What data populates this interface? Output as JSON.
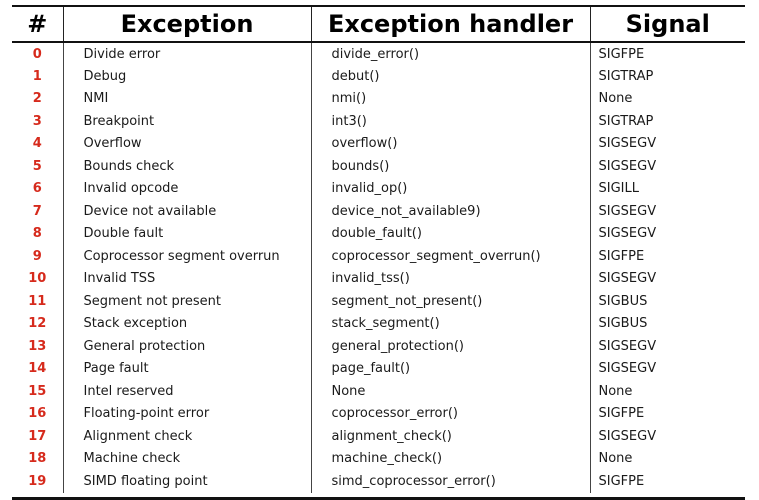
{
  "headers": {
    "num": "#",
    "exception": "Exception",
    "handler": "Exception handler",
    "signal": "Signal"
  },
  "colors": {
    "number": "#d62a1c",
    "text": "#1a1a1a",
    "rule": "#111111"
  },
  "rows": [
    {
      "num": "0",
      "exception": "Divide error",
      "handler": "divide_error()",
      "signal": "SIGFPE"
    },
    {
      "num": "1",
      "exception": "Debug",
      "handler": "debut()",
      "signal": "SIGTRAP"
    },
    {
      "num": "2",
      "exception": "NMI",
      "handler": "nmi()",
      "signal": "None"
    },
    {
      "num": "3",
      "exception": "Breakpoint",
      "handler": "int3()",
      "signal": "SIGTRAP"
    },
    {
      "num": "4",
      "exception": "Overflow",
      "handler": "overflow()",
      "signal": "SIGSEGV"
    },
    {
      "num": "5",
      "exception": "Bounds check",
      "handler": "bounds()",
      "signal": "SIGSEGV"
    },
    {
      "num": "6",
      "exception": "Invalid opcode",
      "handler": "invalid_op()",
      "signal": "SIGILL"
    },
    {
      "num": "7",
      "exception": "Device not available",
      "handler": "device_not_available9)",
      "signal": "SIGSEGV"
    },
    {
      "num": "8",
      "exception": "Double fault",
      "handler": "double_fault()",
      "signal": "SIGSEGV"
    },
    {
      "num": "9",
      "exception": "Coprocessor segment overrun",
      "handler": "coprocessor_segment_overrun()",
      "signal": "SIGFPE"
    },
    {
      "num": "10",
      "exception": "Invalid TSS",
      "handler": "invalid_tss()",
      "signal": "SIGSEGV"
    },
    {
      "num": "11",
      "exception": "Segment not present",
      "handler": "segment_not_present()",
      "signal": "SIGBUS"
    },
    {
      "num": "12",
      "exception": "Stack exception",
      "handler": "stack_segment()",
      "signal": "SIGBUS"
    },
    {
      "num": "13",
      "exception": "General protection",
      "handler": "general_protection()",
      "signal": "SIGSEGV"
    },
    {
      "num": "14",
      "exception": "Page fault",
      "handler": "page_fault()",
      "signal": "SIGSEGV"
    },
    {
      "num": "15",
      "exception": "Intel reserved",
      "handler": "None",
      "signal": "None"
    },
    {
      "num": "16",
      "exception": "Floating-point error",
      "handler": "coprocessor_error()",
      "signal": "SIGFPE"
    },
    {
      "num": "17",
      "exception": "Alignment check",
      "handler": "alignment_check()",
      "signal": "SIGSEGV"
    },
    {
      "num": "18",
      "exception": "Machine check",
      "handler": "machine_check()",
      "signal": "None"
    },
    {
      "num": "19",
      "exception": "SIMD floating point",
      "handler": "simd_coprocessor_error()",
      "signal": "SIGFPE"
    }
  ]
}
